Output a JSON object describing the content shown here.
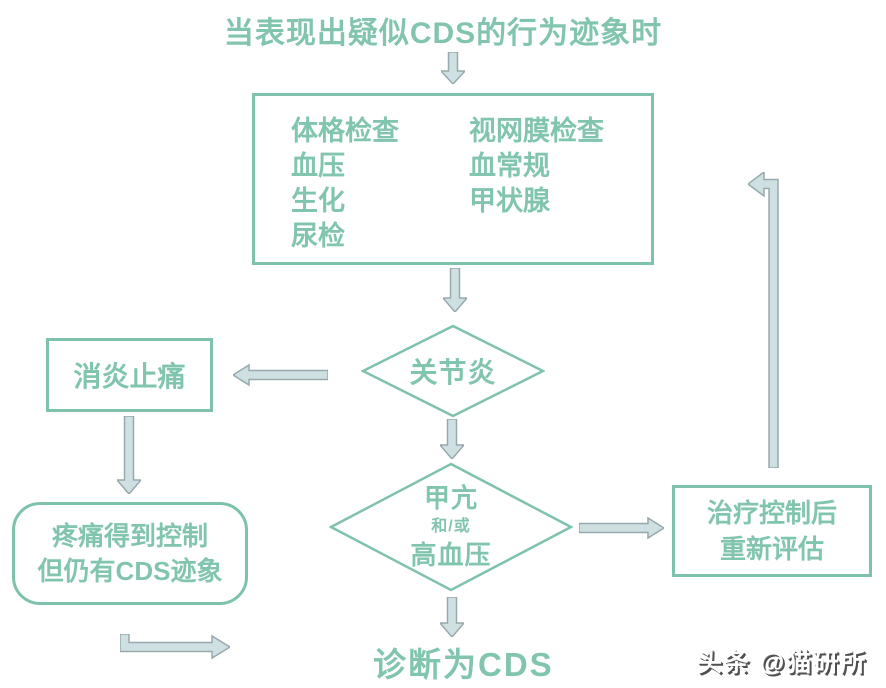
{
  "palette": {
    "teal_text": "#82c5af",
    "teal_border": "#7ec2ad",
    "arrow_fill": "#cfe0e3",
    "arrow_stroke": "#97a9ad",
    "background": "#ffffff",
    "watermark_shadow": "#4f4f4f"
  },
  "title": "当表现出疑似CDS的行为迹象时",
  "exam_box": {
    "left_items": [
      "体格检查",
      "血压",
      "生化",
      "尿检"
    ],
    "right_items": [
      "视网膜检查",
      "血常规",
      "甲状腺"
    ]
  },
  "decision_arthritis": {
    "label": "关节炎"
  },
  "treatment_box": {
    "label": "消炎止痛"
  },
  "pain_box": {
    "line1": "疼痛得到控制",
    "line2": "但仍有CDS迹象"
  },
  "decision_hyper": {
    "line1": "甲亢",
    "line2": "和/或",
    "line3": "高血压"
  },
  "reassess_box": {
    "line1": "治疗控制后",
    "line2": "重新评估"
  },
  "diagnosis": {
    "label": "诊断为CDS"
  },
  "watermark": {
    "label": "头条 @猫研所"
  }
}
